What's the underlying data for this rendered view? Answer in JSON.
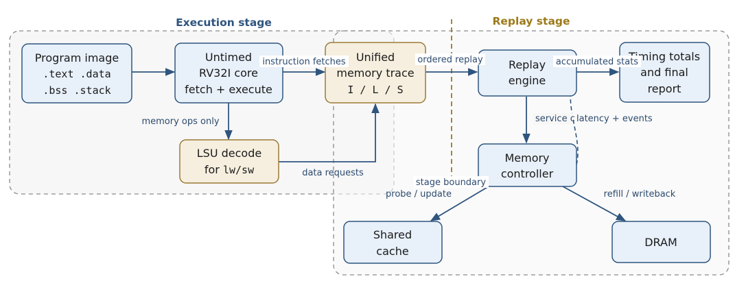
{
  "stages": {
    "execution": {
      "title": "Execution stage"
    },
    "replay": {
      "title": "Replay stage"
    },
    "boundary_label": "stage boundary"
  },
  "nodes": {
    "program_image": {
      "lines": [
        "Program image",
        ".text .data",
        ".bss .stack"
      ]
    },
    "rv32i_core": {
      "lines": [
        "Untimed",
        "RV32I core",
        "fetch + execute"
      ]
    },
    "memory_trace": {
      "lines": [
        "Unified",
        "memory trace",
        "I / L / S"
      ]
    },
    "replay_engine": {
      "lines": [
        "Replay",
        "engine"
      ]
    },
    "timing_report": {
      "lines": [
        "Timing totals",
        "and final",
        "report"
      ]
    },
    "lsu_decode": {
      "lines": [
        "LSU decode",
        "for",
        "lw/sw"
      ]
    },
    "memory_controller": {
      "lines": [
        "Memory",
        "controller"
      ]
    },
    "shared_cache": {
      "lines": [
        "Shared",
        "cache"
      ]
    },
    "dram": {
      "lines": [
        "DRAM"
      ]
    }
  },
  "edges": {
    "instruction_fetches": "instruction fetches",
    "memory_ops_only": "memory ops only",
    "data_requests": "data requests",
    "ordered_replay": "ordered replay",
    "accumulated_stats": "accumulated stats",
    "service_c": "service c",
    "latency_events": "latency + events",
    "probe_update": "probe / update",
    "refill_writeback": "refill / writeback"
  },
  "colors": {
    "blue_fill": "#e8f0f9",
    "blue_stroke": "#2f557f",
    "tan_fill": "#f6efdf",
    "tan_stroke": "#9c7a36",
    "arrow": "#2f557f",
    "region_stroke": "#8a8a8a",
    "boundary": "#9c7a1a",
    "execution_title": "#2f557f",
    "replay_title": "#9c7a1a"
  }
}
